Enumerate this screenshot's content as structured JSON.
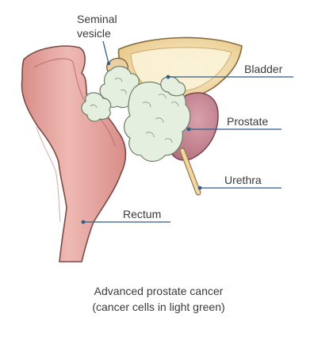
{
  "labels": {
    "seminal_vesicle_line1": "Seminal",
    "seminal_vesicle_line2": "vesicle",
    "bladder": "Bladder",
    "prostate": "Prostate",
    "urethra": "Urethra",
    "rectum": "Rectum"
  },
  "caption": {
    "line1": "Advanced prostate cancer",
    "line2": "(cancer cells in light green)"
  },
  "colors": {
    "rectum_fill": "#e8a7a2",
    "rectum_stroke": "#7a4a45",
    "bladder_fill": "#f1d8a3",
    "prostate_fill": "#c98a97",
    "cancer_fill": "#e4efdf",
    "leader_line": "#2d5e86"
  }
}
